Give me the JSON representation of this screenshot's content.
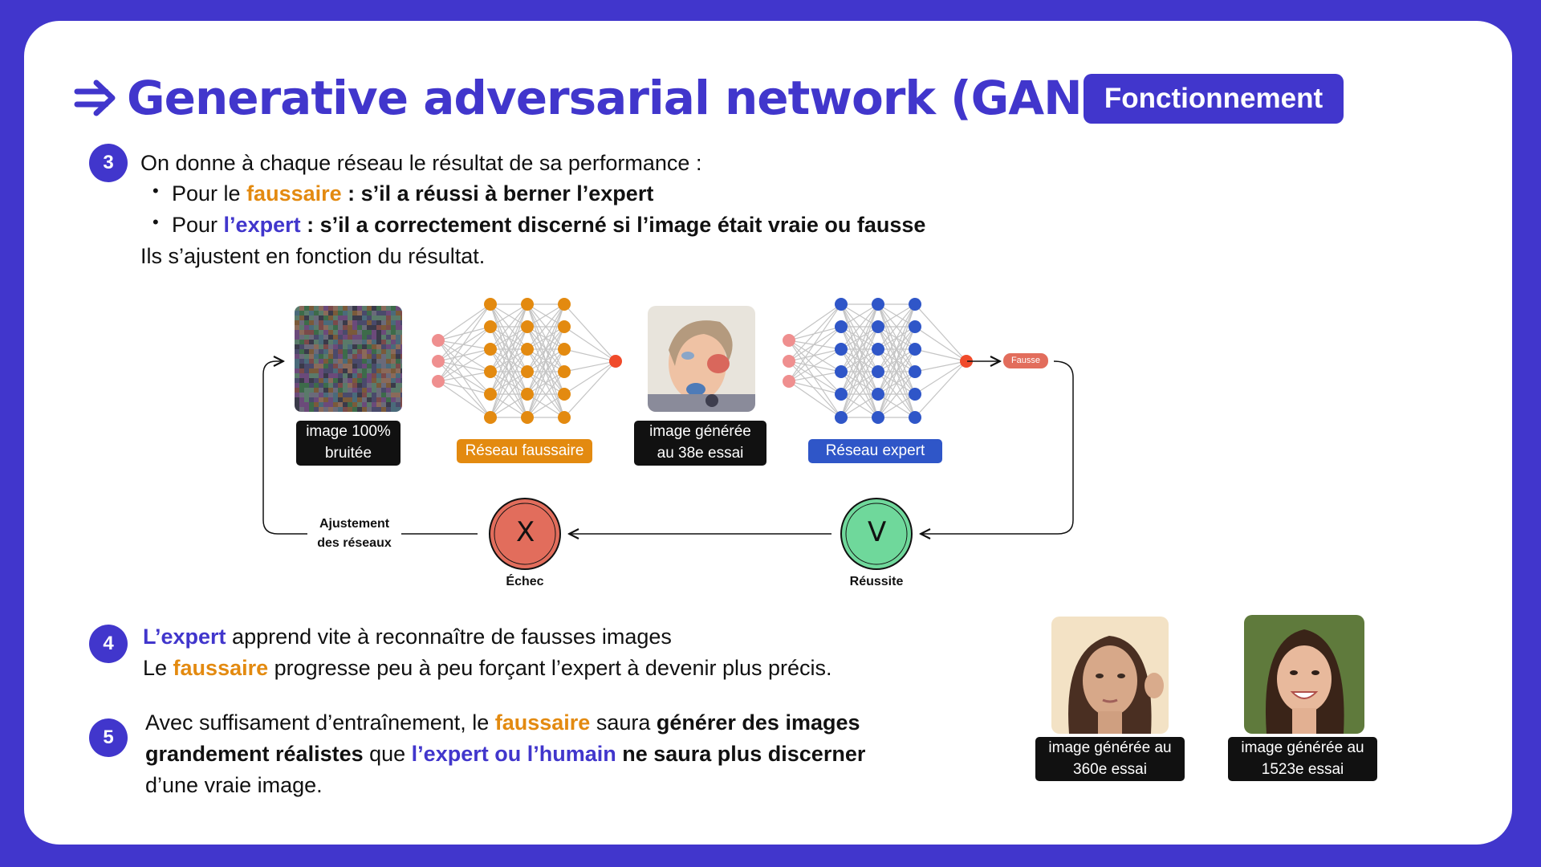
{
  "header": {
    "title": "Generative adversarial network (GAN)",
    "badge": "Fonctionnement"
  },
  "colors": {
    "primary": "#4136cc",
    "orange": "#e38a10",
    "expert_blue": "#2f56c8",
    "red": "#e26d5c",
    "green": "#6fd89b"
  },
  "step3": {
    "number": "3",
    "intro": "On donne à chaque réseau le résultat de sa performance :",
    "bullet1": {
      "pre": "Pour le ",
      "key": "faussaire",
      "rest": " : s’il a réussi à berner l’expert"
    },
    "bullet2": {
      "pre": "Pour ",
      "key": "l’expert",
      "rest": " : s’il a correctement discerné si l’image était vraie ou fausse"
    },
    "outro": "Ils s’ajustent en fonction du résultat."
  },
  "diagram": {
    "noise_label_1": "image 100%",
    "noise_label_2": "bruitée",
    "forger_label": "Réseau faussaire",
    "generated_label_1": "image générée",
    "generated_label_2": "au 38e essai",
    "expert_label": "Réseau expert",
    "verdict": "Fausse",
    "adjust_1": "Ajustement",
    "adjust_2": "des réseaux",
    "fail_symbol": "X",
    "fail_label": "Échec",
    "success_symbol": "V",
    "success_label": "Réussite"
  },
  "step4": {
    "number": "4",
    "line1_key": "L’expert",
    "line1_rest": " apprend vite à reconnaître de fausses images",
    "line2_pre": "Le ",
    "line2_key": "faussaire",
    "line2_rest": " progresse peu à peu forçant l’expert à devenir plus précis."
  },
  "step5": {
    "number": "5",
    "l1_pre": "Avec suffisament d’entraînement, le ",
    "l1_key": "faussaire",
    "l1_mid": " saura ",
    "l1_bold": "générer des images",
    "l2_bold": "grandement réalistes",
    "l2_mid": " que ",
    "l2_key": "l’expert ou l’humain",
    "l2_bold2": " ne saura plus discerner",
    "l3": "d’une vraie image."
  },
  "samples": [
    {
      "label_1": "image générée au",
      "label_2": "360e essai"
    },
    {
      "label_1": "image générée au",
      "label_2": "1523e essai"
    }
  ]
}
